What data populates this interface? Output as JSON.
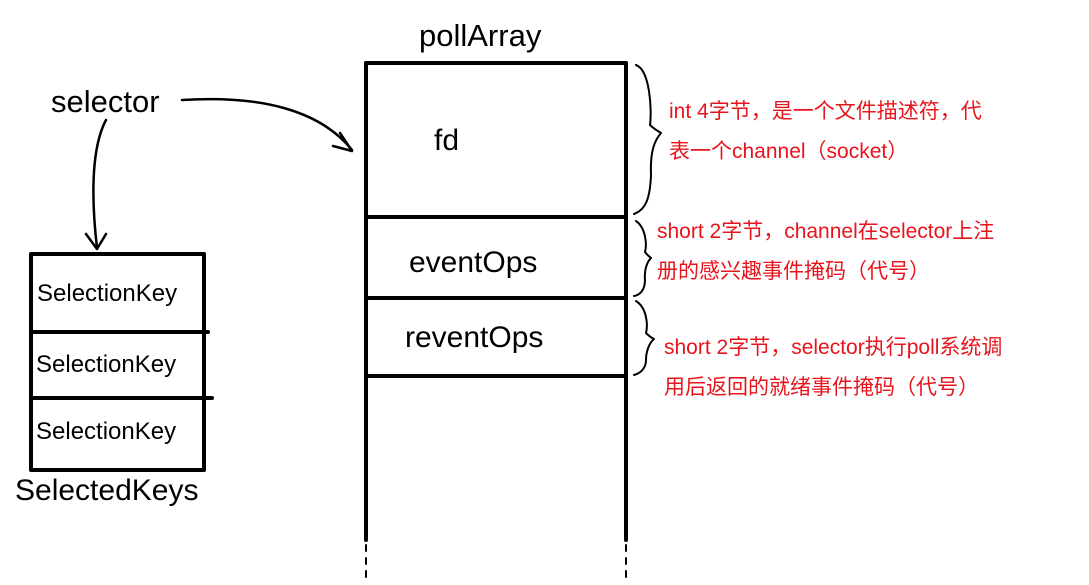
{
  "selector": {
    "label": "selector"
  },
  "poll_array": {
    "title": "pollArray",
    "fields": [
      {
        "name": "fd",
        "note": [
          "int 4字节，是一个文件描述符，代",
          "表一个channel（socket）"
        ]
      },
      {
        "name": "eventOps",
        "note": [
          "short 2字节，channel在selector上注",
          "册的感兴趣事件掩码（代号）"
        ]
      },
      {
        "name": "reventOps",
        "note": [
          "short 2字节，selector执行poll系统调",
          "用后返回的就绪事件掩码（代号）"
        ]
      }
    ]
  },
  "selected_keys": {
    "title": "SelectedKeys",
    "items": [
      "SelectionKey",
      "SelectionKey",
      "SelectionKey"
    ]
  },
  "colors": {
    "ink": "#000000",
    "note": "#e8141c",
    "background": "#ffffff"
  }
}
